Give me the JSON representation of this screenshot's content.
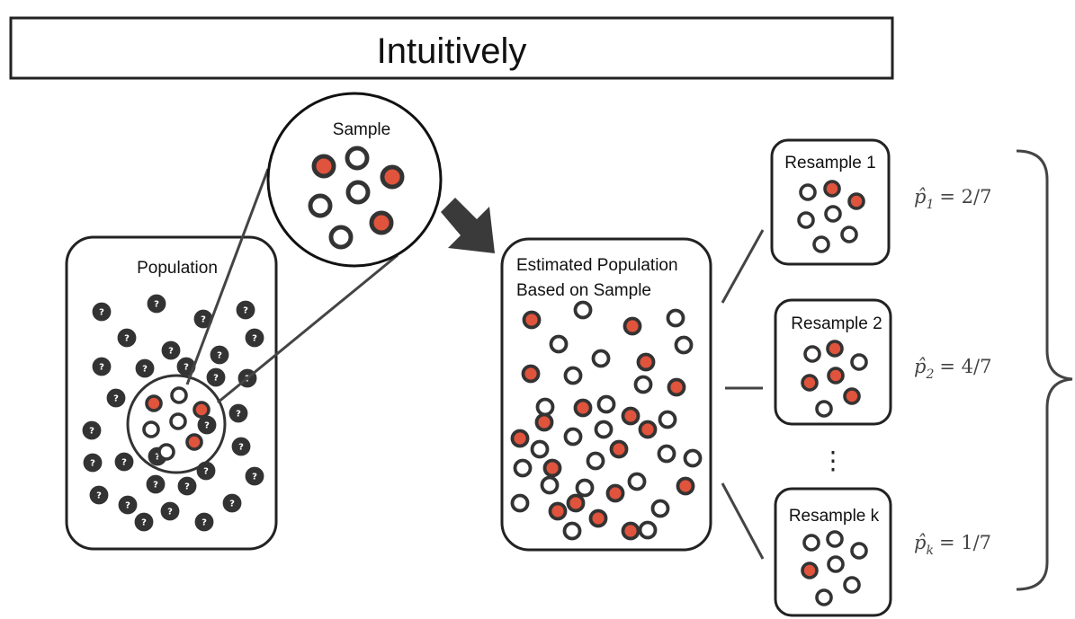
{
  "title": "Intuitively",
  "population": {
    "label": "Population",
    "unknown_count": 31,
    "unknown_marker": "?",
    "sample_subset": {
      "red": 3,
      "white": 4
    }
  },
  "sample": {
    "label": "Sample",
    "red": 3,
    "white": 4
  },
  "estimated_population": {
    "line1": "Estimated Population",
    "line2": "Based on Sample",
    "red": 18,
    "white": 24
  },
  "resamples": [
    {
      "label": "Resample 1",
      "red": 2,
      "white": 5,
      "estimate_symbol": "p̂",
      "estimate_sub": "1",
      "estimate_value": "= 2/7"
    },
    {
      "label": "Resample 2",
      "red": 4,
      "white": 3,
      "estimate_symbol": "p̂",
      "estimate_sub": "2",
      "estimate_value": "= 4/7"
    },
    {
      "label": "Resample k",
      "red": 1,
      "white": 6,
      "estimate_symbol": "p̂",
      "estimate_sub": "k",
      "estimate_value": "= 1/7"
    }
  ],
  "ellipsis": "⋮",
  "colors": {
    "red_fill": "#e0533c",
    "marble_stroke": "#333333",
    "unknown_fill": "#333333",
    "box_stroke": "#222222"
  },
  "icons": [
    "arrow-icon",
    "brace-icon"
  ]
}
